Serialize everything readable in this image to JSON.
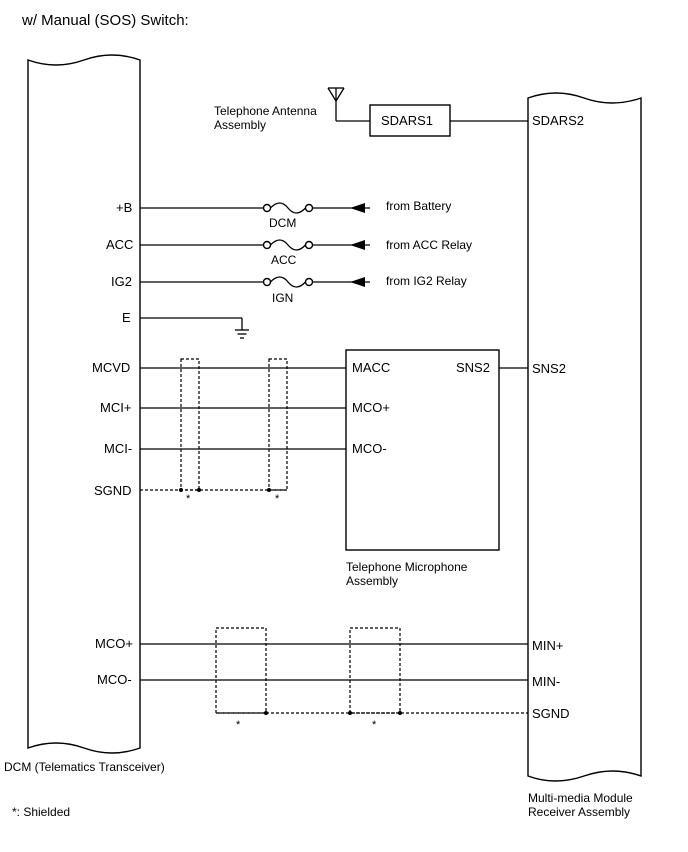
{
  "header": {
    "title": "w/ Manual (SOS) Switch:"
  },
  "components": {
    "dcm": "DCM (Telematics Transceiver)",
    "multimedia_line1": "Multi-media Module",
    "multimedia_line2": "Receiver Assembly",
    "antenna_line1": "Telephone Antenna",
    "antenna_line2": "Assembly",
    "connector_box": "SDARS1",
    "microphone_line1": "Telephone Microphone",
    "microphone_line2": "Assembly"
  },
  "dcm_terminals": {
    "b": "+B",
    "acc": "ACC",
    "ig2": "IG2",
    "e": "E",
    "mcvd": "MCVD",
    "mci_plus": "MCI+",
    "mci_minus": "MCI-",
    "sgnd": "SGND",
    "mco_plus": "MCO+",
    "mco_minus": "MCO-"
  },
  "fuses": {
    "dcm": "DCM",
    "acc": "ACC",
    "ign": "IGN"
  },
  "power_sources": {
    "battery": "from Battery",
    "acc_relay": "from ACC Relay",
    "ig2_relay": "from IG2 Relay"
  },
  "microphone_terminals": {
    "macc": "MACC",
    "mco_plus": "MCO+",
    "mco_minus": "MCO-",
    "sns2": "SNS2"
  },
  "receiver_terminals": {
    "sdars2": "SDARS2",
    "sns2": "SNS2",
    "min_plus": "MIN+",
    "min_minus": "MIN-",
    "sgnd": "SGND"
  },
  "shield_marks": {
    "s1": "*",
    "s2": "*",
    "s3": "*",
    "s4": "*"
  },
  "footnote": "*: Shielded"
}
